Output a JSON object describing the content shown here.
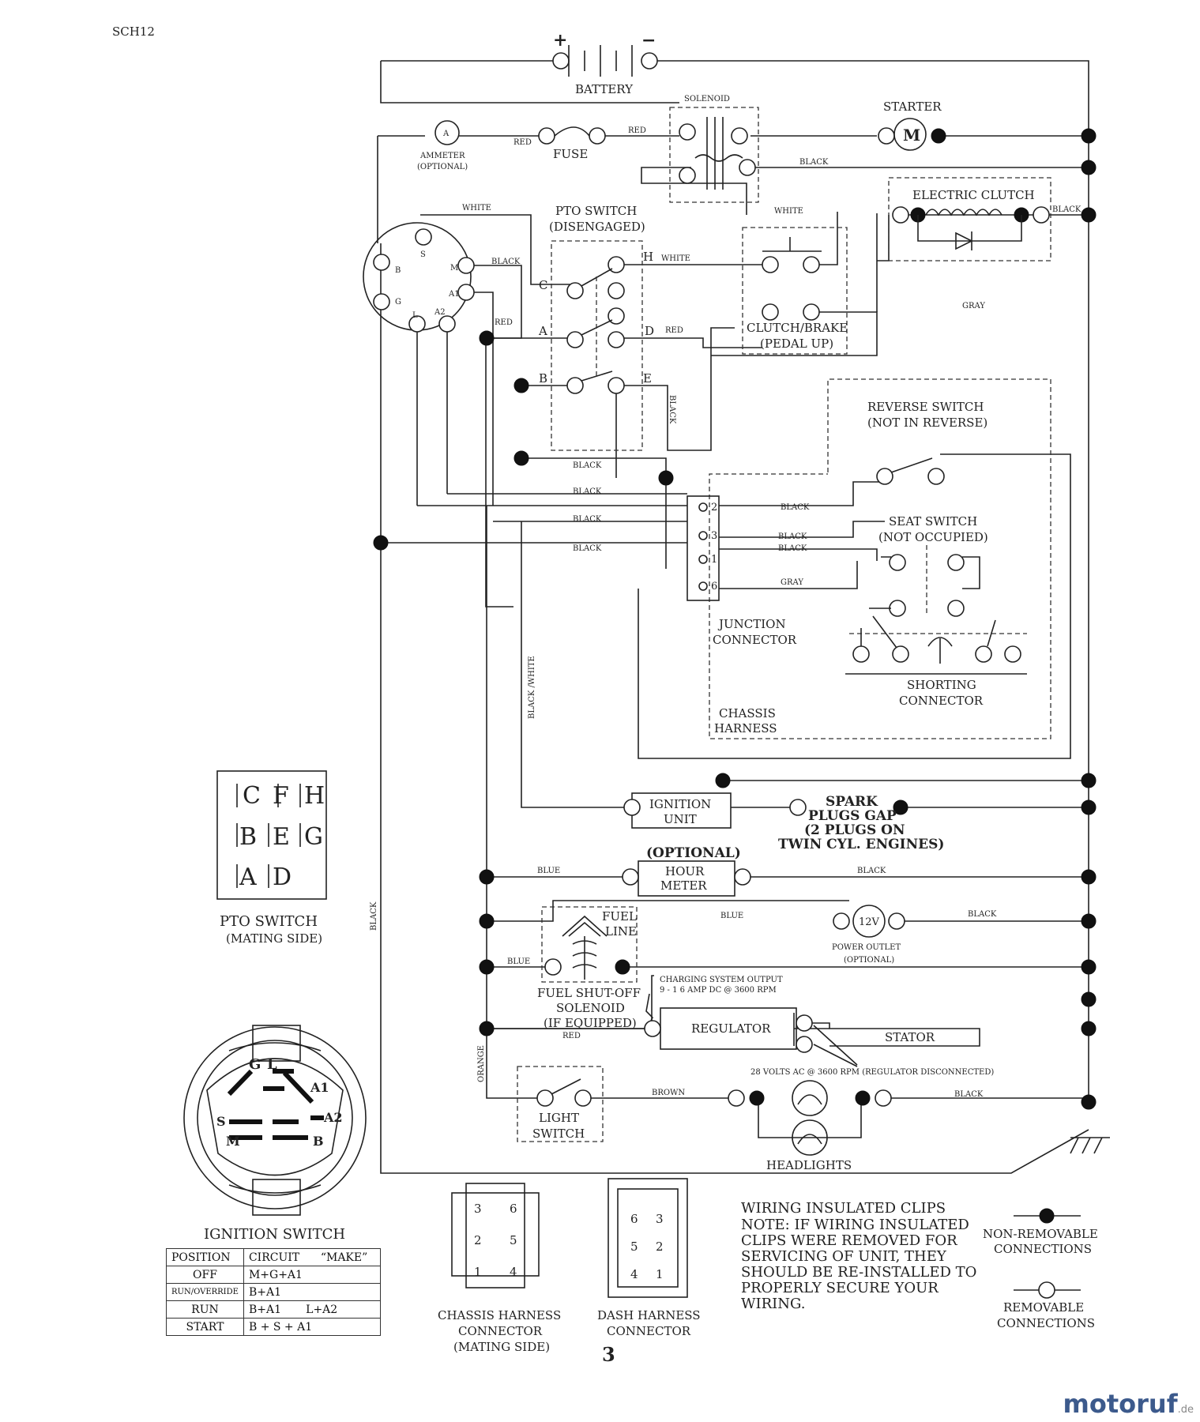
{
  "page_code": "SCH12",
  "page_number": "3",
  "brand": {
    "name": "motoruf",
    "tld": ".de"
  },
  "components": {
    "battery": "BATTERY",
    "battery_plus": "+",
    "battery_minus": "−",
    "solenoid": "SOLENOID",
    "starter": "STARTER",
    "starter_m": "M",
    "ammeter_a": "A",
    "ammeter": "AMMETER",
    "ammeter_opt": "(OPTIONAL)",
    "fuse": "FUSE",
    "electric_clutch": "ELECTRIC CLUTCH",
    "pto_switch": "PTO SWITCH",
    "pto_disengaged": "(DISENGAGED)",
    "clutch_brake": "CLUTCH/BRAKE",
    "pedal_up": "(PEDAL UP)",
    "reverse_switch": "REVERSE SWITCH",
    "not_in_reverse": "(NOT IN REVERSE)",
    "seat_switch": "SEAT SWITCH",
    "not_occupied": "(NOT OCCUPIED)",
    "junction_1": "JUNCTION",
    "junction_2": "CONNECTOR",
    "shorting_1": "SHORTING",
    "shorting_2": "CONNECTOR",
    "chassis_harness_1": "CHASSIS",
    "chassis_harness_2": "HARNESS",
    "ignition_unit_1": "IGNITION",
    "ignition_unit_2": "UNIT",
    "spark_1": "SPARK",
    "spark_2": "PLUGS GAP",
    "spark_3": "(2 PLUGS ON",
    "spark_4": "TWIN CYL. ENGINES)",
    "optional": "(OPTIONAL)",
    "hour_meter_1": "HOUR",
    "hour_meter_2": "METER",
    "fuel_line_1": "FUEL",
    "fuel_line_2": "LINE",
    "outlet_12v": "12V",
    "power_outlet": "POWER OUTLET",
    "power_outlet_opt": "(OPTIONAL)",
    "fuel_shutoff_1": "FUEL SHUT-OFF",
    "fuel_shutoff_2": "SOLENOID",
    "fuel_shutoff_3": "(IF EQUIPPED)",
    "charging_1": "CHARGING SYSTEM OUTPUT",
    "charging_2": "9 - 1 6 AMP DC @ 3600 RPM",
    "regulator": "REGULATOR",
    "stator": "STATOR",
    "volts_ac": "28 VOLTS AC @ 3600 RPM (REGULATOR DISCONNECTED)",
    "light_switch_1": "LIGHT",
    "light_switch_2": "SWITCH",
    "headlights": "HEADLIGHTS",
    "pto_mating_1": "PTO SWITCH",
    "pto_mating_2": "(MATING SIDE)",
    "ignition_switch": "IGNITION SWITCH",
    "chassis_conn_1": "CHASSIS HARNESS",
    "chassis_conn_2": "CONNECTOR",
    "chassis_conn_3": "(MATING SIDE)",
    "dash_conn_1": "DASH HARNESS",
    "dash_conn_2": "CONNECTOR"
  },
  "wire_labels": {
    "red": "RED",
    "black": "BLACK",
    "white": "WHITE",
    "gray": "GRAY",
    "blue": "BLUE",
    "orange": "ORANGE",
    "brown": "BROWN",
    "black_white": "BLACK /WHITE"
  },
  "ignition_terminals": [
    "B",
    "S",
    "M",
    "G",
    "A1",
    "L",
    "A2"
  ],
  "ignition_face_letters": [
    "G",
    "L",
    "A1",
    "S",
    "A2",
    "M",
    "B"
  ],
  "pto_terminals": [
    "C",
    "A",
    "B",
    "H",
    "D",
    "E"
  ],
  "pto_grid": [
    [
      "C",
      "F",
      "H"
    ],
    [
      "B",
      "E",
      "G"
    ],
    [
      "A",
      "D"
    ]
  ],
  "junction_pins": [
    "2",
    "3",
    "1",
    "6"
  ],
  "chassis_conn_pins": [
    "3",
    "6",
    "2",
    "5",
    "1",
    "4"
  ],
  "dash_conn_pins": [
    "6",
    "3",
    "5",
    "2",
    "4",
    "1"
  ],
  "ignition_table": {
    "headers": [
      "POSITION",
      "CIRCUIT",
      "“MAKE”"
    ],
    "rows": [
      {
        "position": "OFF",
        "circuit": "M+G+A1",
        "extra": ""
      },
      {
        "position": "RUN/OVERRIDE",
        "circuit": "B+A1",
        "extra": ""
      },
      {
        "position": "RUN",
        "circuit": "B+A1",
        "extra": "L+A2"
      },
      {
        "position": "START",
        "circuit": "B + S + A1",
        "extra": ""
      }
    ]
  },
  "note": {
    "title": "WIRING INSULATED CLIPS",
    "lines": [
      "NOTE: IF WIRING INSULATED",
      "CLIPS WERE REMOVED FOR",
      "SERVICING OF UNIT, THEY",
      "SHOULD BE RE-INSTALLED TO",
      "PROPERLY SECURE YOUR",
      "WIRING."
    ]
  },
  "legend": {
    "non_removable_1": "NON-REMOVABLE",
    "non_removable_2": "CONNECTIONS",
    "removable_1": "REMOVABLE",
    "removable_2": "CONNECTIONS"
  }
}
